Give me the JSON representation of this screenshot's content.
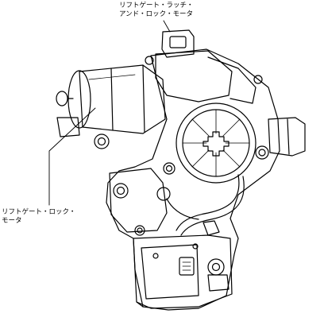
{
  "labels": {
    "latch_motor": {
      "line1": "リフトゲート・ラッチ・",
      "line2": "アンド・ロック・モータ"
    },
    "lock_motor": {
      "line1": "リフトゲート・ロック・",
      "line2": "モータ"
    }
  }
}
